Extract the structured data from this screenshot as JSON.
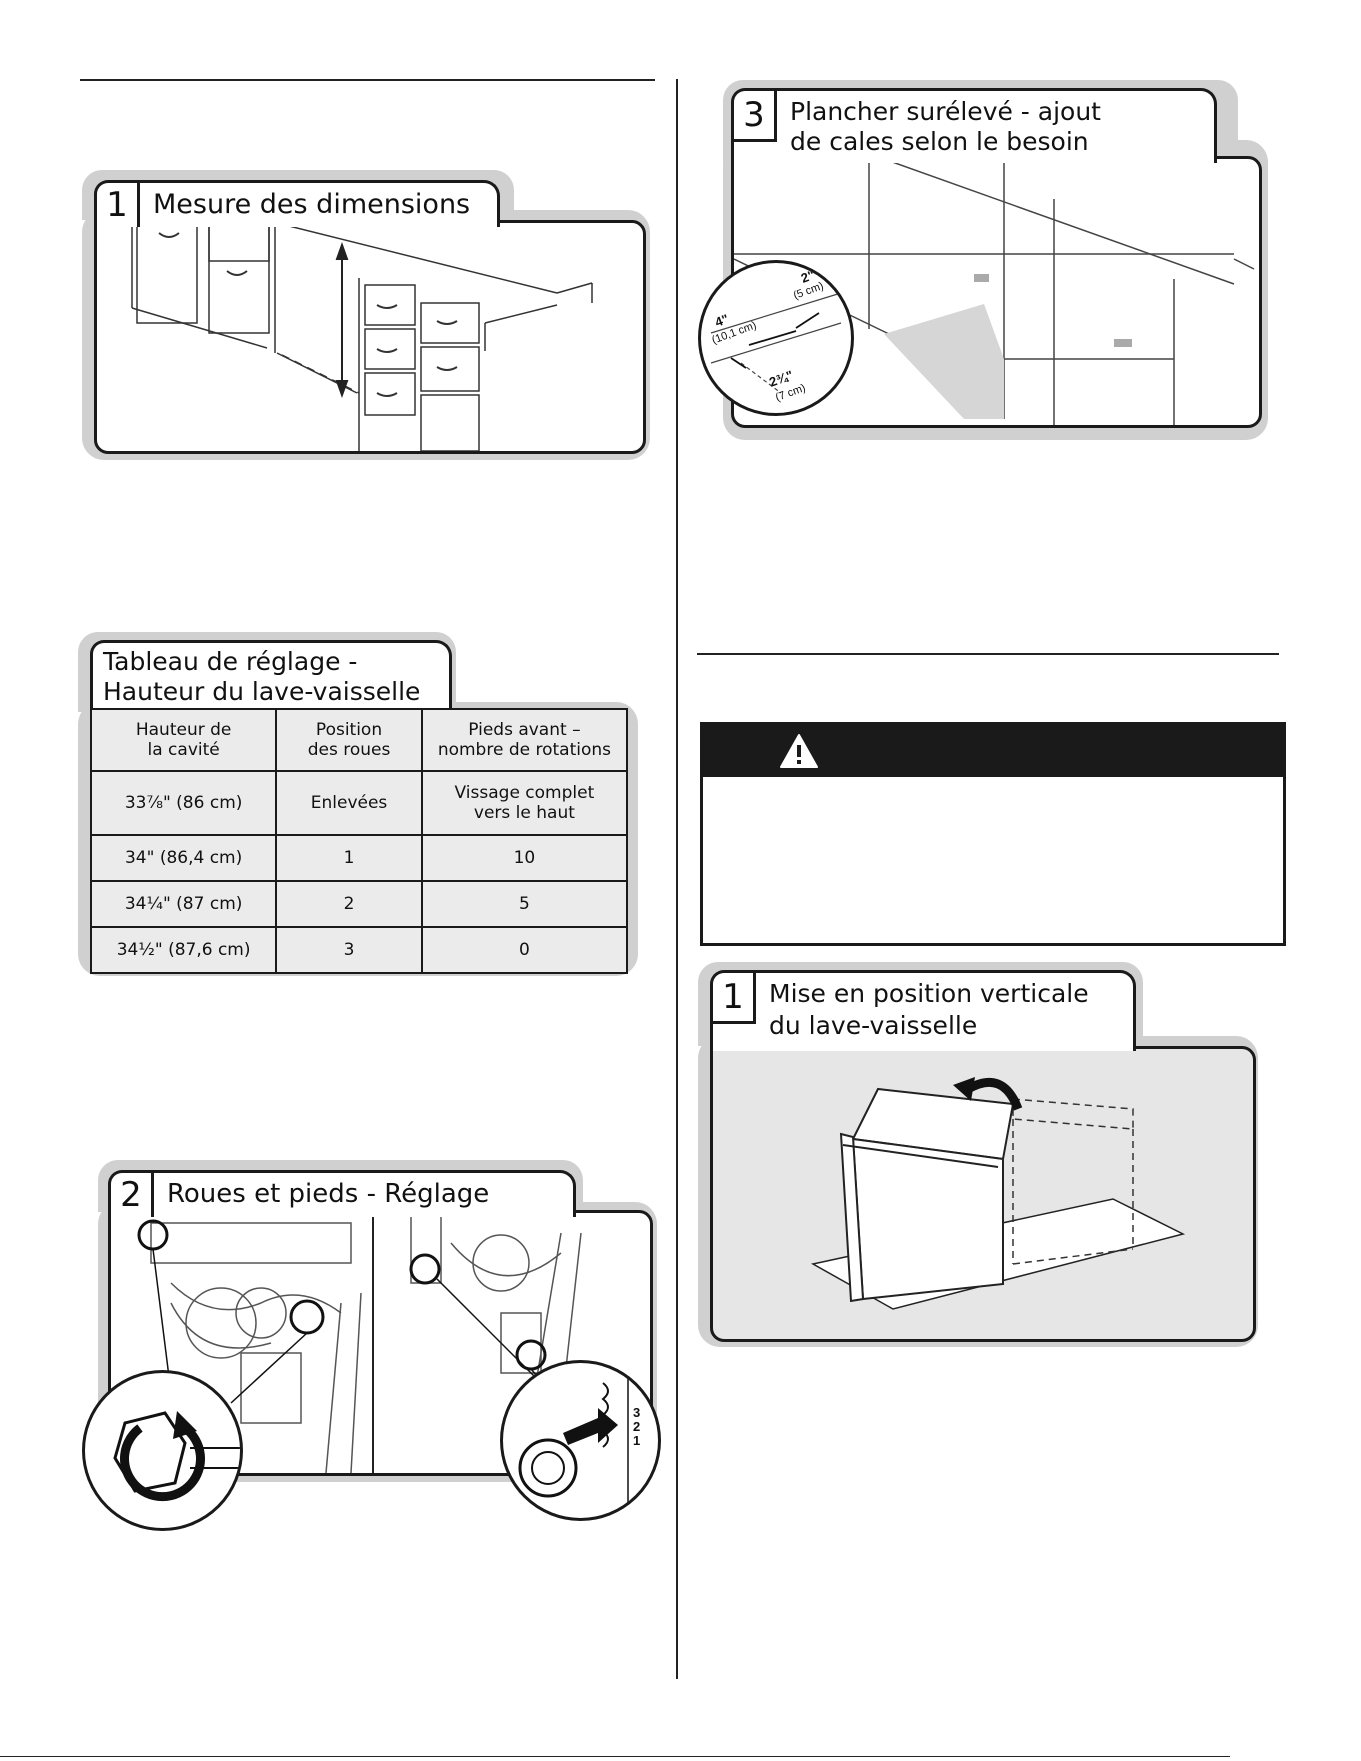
{
  "fig_mesure": {
    "number": "1",
    "title": "Mesure des dimensions",
    "arrow_icon": "double-arrow-icon"
  },
  "fig_plancher": {
    "number": "3",
    "title_line1": "Plancher surélevé - ajout",
    "title_line2": "de cales selon le besoin",
    "dim_2in": "2\"",
    "dim_5cm": "(5 cm)",
    "dim_4in": "4\"",
    "dim_10cm": "(10,1 cm)",
    "dim_234in": "2¾\"",
    "dim_7cm": "(7 cm)"
  },
  "table": {
    "title_line1": "Tableau de réglage -",
    "title_line2": "Hauteur du lave-vaisselle",
    "headers": [
      [
        "Hauteur de",
        "la cavité"
      ],
      [
        "Position",
        "des roues"
      ],
      [
        "Pieds avant –",
        "nombre de rotations"
      ]
    ],
    "rows": [
      [
        "33⅞\" (86 cm)",
        "Enlevées",
        "Vissage complet",
        "vers le haut"
      ],
      [
        "34\" (86,4 cm)",
        "1",
        "10",
        ""
      ],
      [
        "34¼\" (87 cm)",
        "2",
        "5",
        ""
      ],
      [
        "34½\" (87,6 cm)",
        "3",
        "0",
        ""
      ]
    ]
  },
  "fig_roues": {
    "number": "2",
    "title": "Roues et pieds - Réglage",
    "scale": [
      "3",
      "2",
      "1"
    ]
  },
  "warning": {
    "icon": "warning-triangle-icon"
  },
  "fig_vertical": {
    "number": "1",
    "title_line1": "Mise en position verticale",
    "title_line2": "du lave-vaisselle",
    "arrow_icon": "rotate-arrow-icon"
  },
  "colors": {
    "line": "#1a1a1a",
    "shadow": "#d0d0d0",
    "table_fill": "#ebebeb",
    "panel_fill": "#e6e6e6"
  }
}
